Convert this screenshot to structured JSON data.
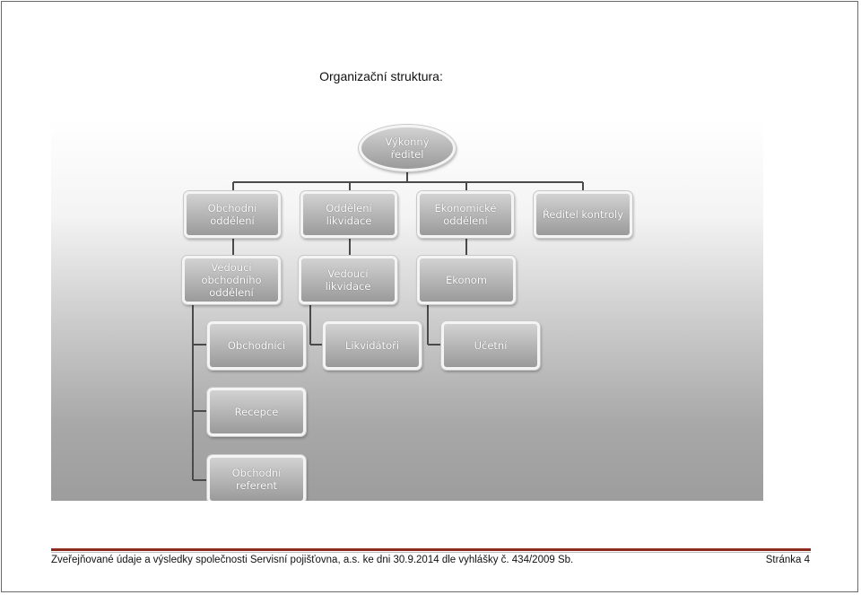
{
  "title": "Organizační struktura:",
  "org_chart": {
    "root": "Výkonný\nředitel",
    "level1": [
      "Obchodní\noddělení",
      "Oddělení\nlikvidace",
      "Ekonomické\noddělení",
      "Ředitel kontroly"
    ],
    "level2": [
      "Vedoucí\nobchodního\noddělení",
      "Vedoucí likvidace",
      "Ekonom"
    ],
    "level3": [
      "Obchodníci",
      "Likvidátoři",
      "Účetní"
    ],
    "sub_sales": [
      "Recepce",
      "Obchodní\nreferent"
    ]
  },
  "footer": {
    "left": "Zveřejňované údaje a výsledky společnosti Servisní pojišťovna, a.s. ke dni 30.9.2014 dle vyhlášky č. 434/2009 Sb.",
    "right": "Stránka 4"
  }
}
